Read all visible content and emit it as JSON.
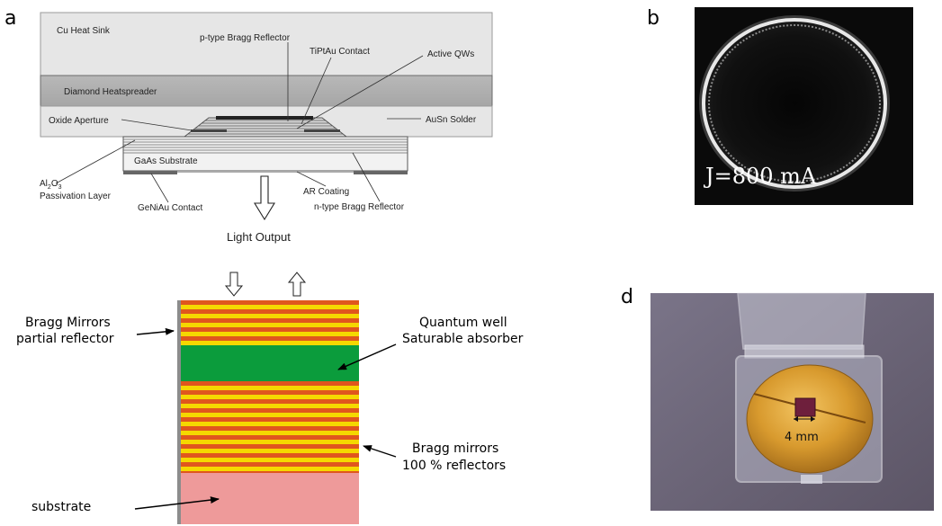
{
  "panels": {
    "a": "a",
    "b": "b",
    "d": "d"
  },
  "top_diagram": {
    "cu_heat_sink": "Cu Heat Sink",
    "p_bragg": "p-type Bragg Reflector",
    "tiptau_contact": "TiPtAu Contact",
    "active_qws": "Active QWs",
    "diamond": "Diamond Heatspreader",
    "oxide_aperture": "Oxide Aperture",
    "ausn_solder": "AuSn Solder",
    "gaas_substrate": "GaAs Substrate",
    "al2o3_a": "Al",
    "al2o3_sub2": "2",
    "al2o3_o": "O",
    "al2o3_sub3": "3",
    "passivation": "Passivation Layer",
    "geniau_contact": "GeNiAu Contact",
    "ar_coating": "AR Coating",
    "n_bragg": "n-type Bragg Reflector",
    "light_output": "Light Output"
  },
  "bottom_diagram": {
    "bragg_partial_line1": "Bragg Mirrors",
    "bragg_partial_line2": "partial reflector",
    "qw_line1": "Quantum well",
    "qw_line2": "Saturable absorber",
    "bragg_full_line1": "Bragg mirrors",
    "bragg_full_line2": "100 % reflectors",
    "substrate": "substrate",
    "colors": {
      "orange": "#e0561e",
      "yellow": "#f5d800",
      "green": "#0b9c3c",
      "pink": "#ee9a9a",
      "side": "#8c8c8c"
    }
  },
  "photo_b": {
    "label": "J=800 mA"
  },
  "photo_d": {
    "label": "4 mm"
  }
}
